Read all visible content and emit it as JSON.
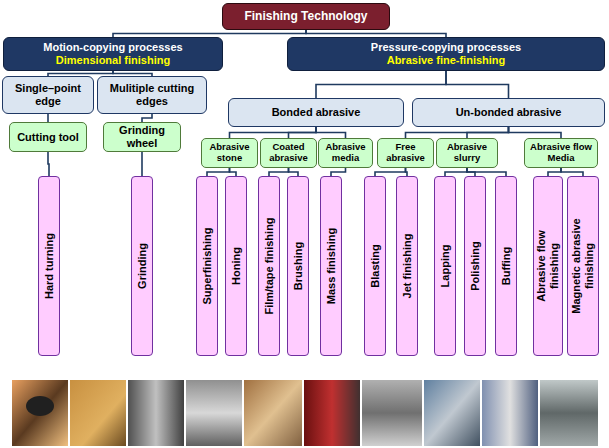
{
  "diagram": {
    "nodes": [
      {
        "text": [
          "Finishing Technology"
        ]
      },
      {
        "text": [
          "Motion-copying processes",
          "Dimensional finishing"
        ]
      },
      {
        "text": [
          "Pressure-copying processes",
          "Abrasive fine-finishing"
        ]
      },
      {
        "text": [
          "Single–point edge"
        ]
      },
      {
        "text": [
          "Mulitiple cutting edges"
        ]
      },
      {
        "text": [
          "Bonded abrasive"
        ]
      },
      {
        "text": [
          "Un-bonded abrasive"
        ]
      },
      {
        "text": [
          "Cutting tool"
        ]
      },
      {
        "text": [
          "Grinding wheel"
        ]
      },
      {
        "text": [
          "Abrasive stone"
        ]
      },
      {
        "text": [
          "Coated abrasive"
        ]
      },
      {
        "text": [
          "Abrasive media"
        ]
      },
      {
        "text": [
          "Free abrasive"
        ]
      },
      {
        "text": [
          "Abrasive slurry"
        ]
      },
      {
        "text": [
          "Abrasive flow Media"
        ]
      },
      {
        "text": [
          "Hard turning"
        ]
      },
      {
        "text": [
          "Grinding"
        ]
      },
      {
        "text": [
          "Superfinishing"
        ]
      },
      {
        "text": [
          "Honing"
        ]
      },
      {
        "text": [
          "Film/tape finishing"
        ]
      },
      {
        "text": [
          "Brushing"
        ]
      },
      {
        "text": [
          "Mass finishing"
        ]
      },
      {
        "text": [
          "Blasting"
        ]
      },
      {
        "text": [
          "Jet finishing"
        ]
      },
      {
        "text": [
          "Lapping"
        ]
      },
      {
        "text": [
          "Polishing"
        ]
      },
      {
        "text": [
          "Buffing"
        ]
      },
      {
        "text": [
          "Abrasive flow finishing"
        ]
      },
      {
        "text": [
          "Magnetic abrasive finishing"
        ]
      }
    ],
    "edges": [
      {
        "from": 0,
        "to": 1,
        "arrow": "none"
      },
      {
        "from": 0,
        "to": 2,
        "arrow": "none"
      },
      {
        "from": 1,
        "to": 3,
        "arrow": "none"
      },
      {
        "from": 1,
        "to": 4,
        "arrow": "none"
      },
      {
        "from": 2,
        "to": 5,
        "arrow": "none"
      },
      {
        "from": 2,
        "to": 6,
        "arrow": "none"
      },
      {
        "from": 3,
        "to": 7,
        "arrow": "none"
      },
      {
        "from": 4,
        "to": 8,
        "arrow": "none"
      },
      {
        "from": 5,
        "to": 9,
        "arrow": "none"
      },
      {
        "from": 5,
        "to": 10,
        "arrow": "none"
      },
      {
        "from": 5,
        "to": 11,
        "arrow": "none"
      },
      {
        "from": 6,
        "to": 12,
        "arrow": "none"
      },
      {
        "from": 6,
        "to": 13,
        "arrow": "none"
      },
      {
        "from": 6,
        "to": 14,
        "arrow": "none"
      },
      {
        "from": 7,
        "to": 15,
        "arrow": "none"
      },
      {
        "from": 8,
        "to": 16,
        "arrow": "none"
      },
      {
        "from": 9,
        "to": 17,
        "arrow": "none"
      },
      {
        "from": 9,
        "to": 18,
        "arrow": "none"
      },
      {
        "from": 10,
        "to": 19,
        "arrow": "none"
      },
      {
        "from": 10,
        "to": 20,
        "arrow": "none"
      },
      {
        "from": 11,
        "to": 21,
        "arrow": "none"
      },
      {
        "from": 12,
        "to": 22,
        "arrow": "none"
      },
      {
        "from": 12,
        "to": 23,
        "arrow": "none"
      },
      {
        "from": 13,
        "to": 24,
        "arrow": "none"
      },
      {
        "from": 13,
        "to": 25,
        "arrow": "none"
      },
      {
        "from": 13,
        "to": 26,
        "arrow": "none"
      },
      {
        "from": 14,
        "to": 27,
        "arrow": "none"
      },
      {
        "from": 14,
        "to": 28,
        "arrow": "none"
      }
    ]
  }
}
